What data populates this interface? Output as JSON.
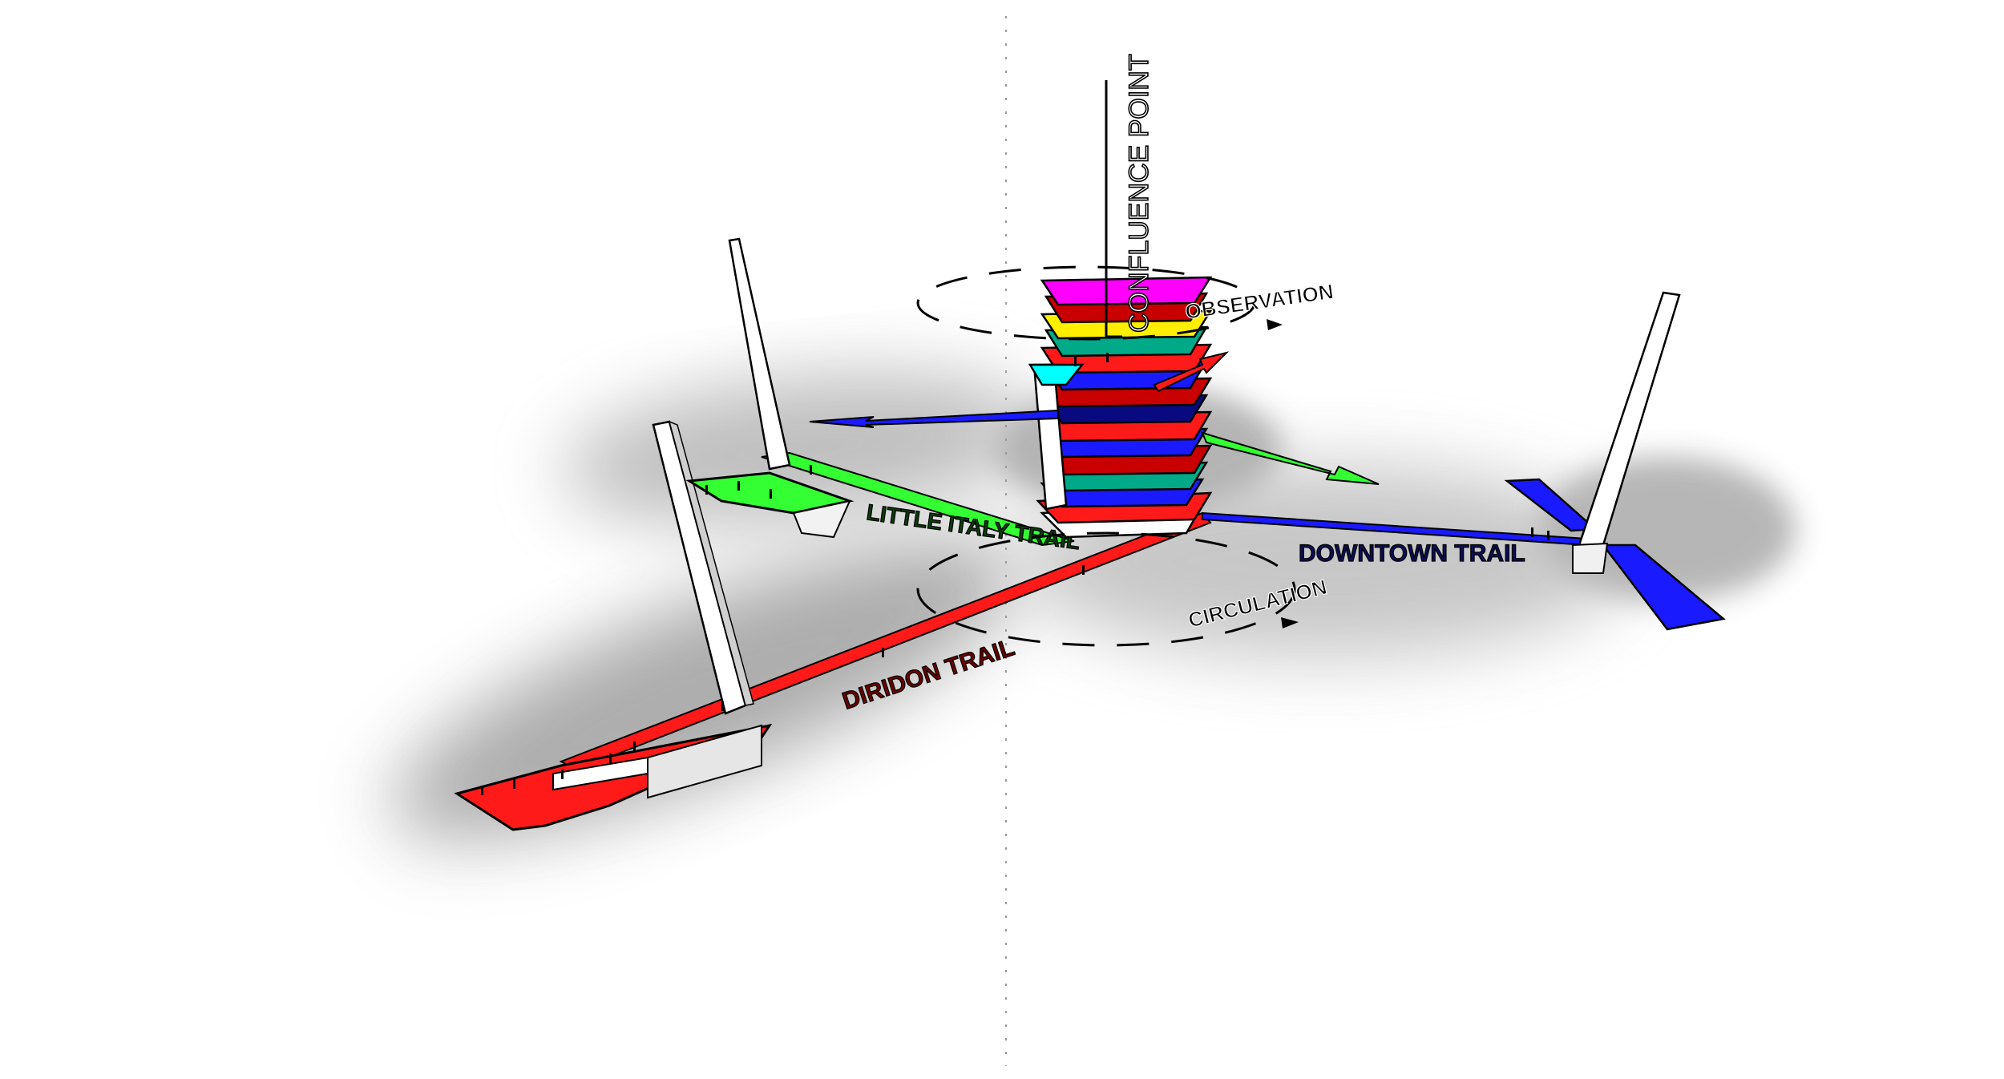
{
  "diagram": {
    "labels": {
      "confluence": "CONFLUENCE POINT",
      "observation": "OBSERVATION",
      "circulation": "CIRCULATION",
      "little_italy": "LITTLE ITALY TRAIL",
      "downtown": "DOWNTOWN TRAIL",
      "diridon": "DIRIDON TRAIL"
    },
    "colors": {
      "diridon": "#ff1a1a",
      "little_italy": "#33ff33",
      "downtown": "#1a1aff",
      "tower_white": "#ffffff",
      "outline": "#000000",
      "text_diridon": "#6b0000",
      "text_little_italy": "#0b3d0b",
      "text_downtown": "#0d0d55"
    }
  }
}
